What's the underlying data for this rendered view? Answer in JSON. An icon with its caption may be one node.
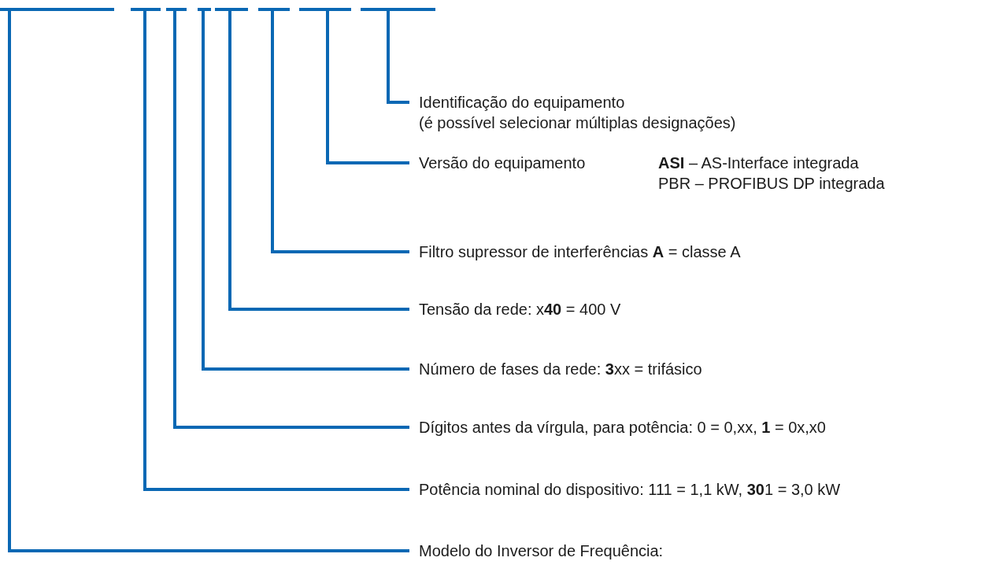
{
  "diagram": {
    "nodes": [
      {
        "text": [],
        "shape": "bar"
      },
      {
        "text": [],
        "shape": "bar"
      },
      {
        "text": [],
        "shape": "bar"
      },
      {
        "text": [],
        "shape": "bar"
      },
      {
        "text": [],
        "shape": "bar"
      },
      {
        "text": [],
        "shape": "bar"
      },
      {
        "text": [],
        "shape": "bar"
      },
      {
        "text": [],
        "shape": "bar"
      },
      {
        "text": [
          "Identificação do equipamento",
          "(é possível selecionar múltiplas designações)"
        ]
      },
      {
        "text": [
          "Versão do equipamento",
          "**ASI** – AS-Interface integrada",
          "PBR – PROFIBUS DP integrada"
        ]
      },
      {
        "text": [
          "Filtro supressor de interferências **A** = classe A"
        ]
      },
      {
        "text": [
          "Tensão da rede: x**40** = 400 V"
        ]
      },
      {
        "text": [
          "Número de fases da rede: **3**xx = trifásico"
        ]
      },
      {
        "text": [
          "Dígitos antes da vírgula, para potência: 0 = 0,xx, **1** = 0x,x0"
        ]
      },
      {
        "text": [
          "Potência nominal do dispositivo: 111 = 1,1 kW, **30**1 = 3,0 kW"
        ]
      },
      {
        "text": [
          "Modelo do Inversor de Frequência:"
        ]
      }
    ],
    "edges": [
      {
        "from": 7,
        "to": 8,
        "arrow": "none"
      },
      {
        "from": 6,
        "to": 9,
        "arrow": "none"
      },
      {
        "from": 5,
        "to": 10,
        "arrow": "none"
      },
      {
        "from": 4,
        "to": 11,
        "arrow": "none"
      },
      {
        "from": 3,
        "to": 12,
        "arrow": "none"
      },
      {
        "from": 2,
        "to": 13,
        "arrow": "none"
      },
      {
        "from": 1,
        "to": 14,
        "arrow": "none"
      },
      {
        "from": 0,
        "to": 15,
        "arrow": "none"
      }
    ]
  }
}
